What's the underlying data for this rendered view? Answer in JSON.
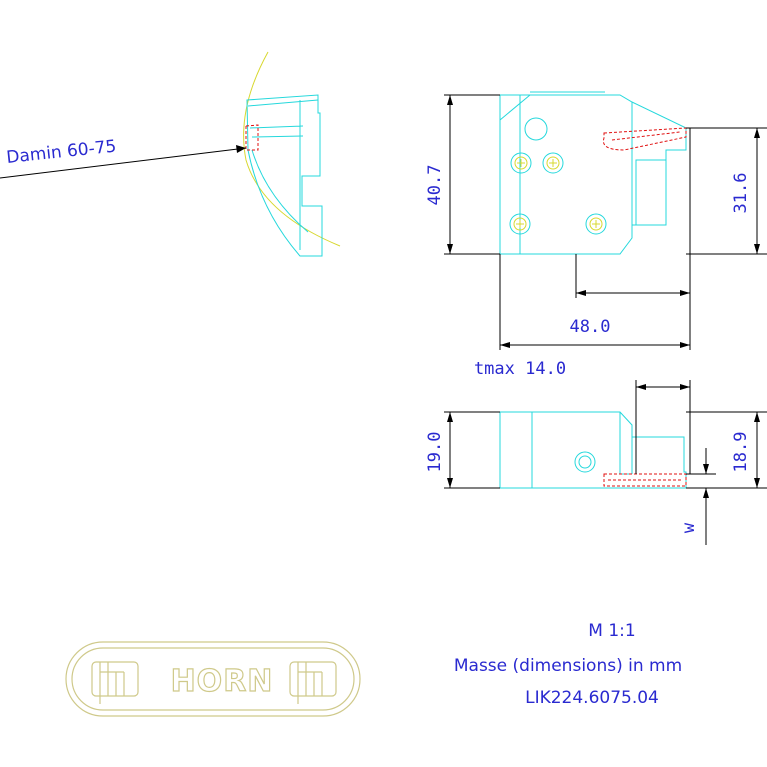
{
  "labels": {
    "tool_callout": "Damin 60-75",
    "height_dim": "40.7",
    "offset_dim": "31.6",
    "width_dim": "48.0",
    "tmax_dim": "tmax 14.0",
    "side_height_dim": "19.0",
    "side_height_dim2": "18.9",
    "w_dim": "w"
  },
  "notes": {
    "scale": "M 1:1",
    "units": "Masse (dimensions) in mm",
    "part_number": "LIK224.6075.04"
  },
  "logo": {
    "text": "HORN"
  },
  "colors": {
    "outline": "#25d8dc",
    "dimension": "#000000",
    "text": "#2a2ad0",
    "cutting_edge": "#e01010",
    "screw": "#d8d830",
    "logo": "#cfc98a"
  }
}
